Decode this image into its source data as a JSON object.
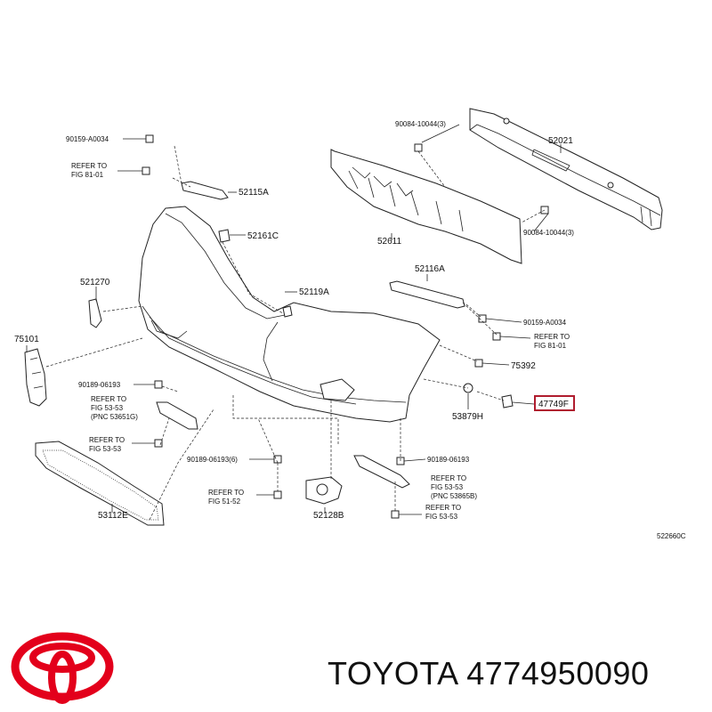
{
  "diagram": {
    "callouts": [
      {
        "id": "c1",
        "text": "90159-A0034"
      },
      {
        "id": "c2",
        "text": "REFER TO"
      },
      {
        "id": "c3",
        "text": "FIG 81-01"
      },
      {
        "id": "c4",
        "text": "52115A"
      },
      {
        "id": "c5",
        "text": "52161C"
      },
      {
        "id": "c6",
        "text": "521270"
      },
      {
        "id": "c7",
        "text": "52119A"
      },
      {
        "id": "c8",
        "text": "75101"
      },
      {
        "id": "c9",
        "text": "90189-06193"
      },
      {
        "id": "c10",
        "text": "REFER TO"
      },
      {
        "id": "c11",
        "text": "FIG 53-53"
      },
      {
        "id": "c12",
        "text": "(PNC 53651G)"
      },
      {
        "id": "c13",
        "text": "REFER TO"
      },
      {
        "id": "c14",
        "text": "FIG 53-53"
      },
      {
        "id": "c15",
        "text": "90189-06193(6)"
      },
      {
        "id": "c16",
        "text": "REFER TO"
      },
      {
        "id": "c17",
        "text": "FIG 51-52"
      },
      {
        "id": "c18",
        "text": "53112E"
      },
      {
        "id": "c19",
        "text": "52128B"
      },
      {
        "id": "c20",
        "text": "90084-10044(3)"
      },
      {
        "id": "c21",
        "text": "52021"
      },
      {
        "id": "c22",
        "text": "52611"
      },
      {
        "id": "c23",
        "text": "90084-10044(3)"
      },
      {
        "id": "c24",
        "text": "52116A"
      },
      {
        "id": "c25",
        "text": "90159-A0034"
      },
      {
        "id": "c26",
        "text": "REFER TO"
      },
      {
        "id": "c27",
        "text": "FIG 81-01"
      },
      {
        "id": "c28",
        "text": "75392"
      },
      {
        "id": "c29",
        "text": "53879H"
      },
      {
        "id": "c30",
        "text": "90189-06193"
      },
      {
        "id": "c31",
        "text": "REFER TO"
      },
      {
        "id": "c32",
        "text": "FIG 53-53"
      },
      {
        "id": "c33",
        "text": "(PNC 53865B)"
      },
      {
        "id": "c34",
        "text": "REFER TO"
      },
      {
        "id": "c35",
        "text": "FIG 53-53"
      },
      {
        "id": "c36",
        "text": "522660C"
      }
    ],
    "highlight_part": "47749F",
    "highlight_color": "#b01c2e"
  },
  "brand": {
    "name": "TOYOTA 4774950090",
    "logo_color": "#e3001b",
    "logo_icon": "toyota-logo-icon"
  }
}
